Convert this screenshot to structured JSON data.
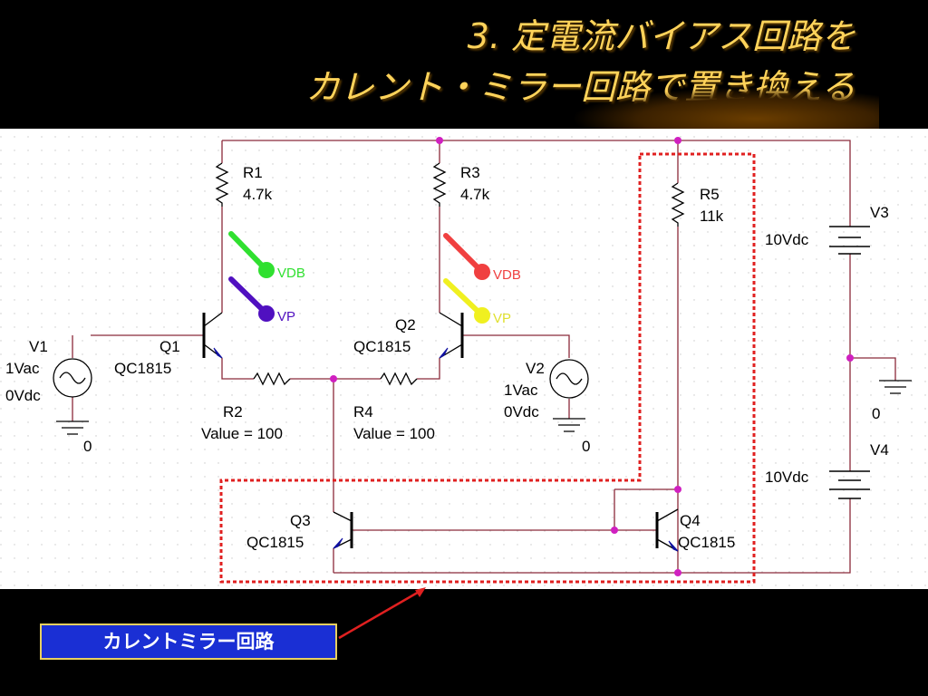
{
  "slide": {
    "title_line1": "3. 定電流バイアス回路を",
    "title_line2": "カレント・ミラー回路で置き換える",
    "callout": "カレントミラー回路"
  },
  "schematic": {
    "R1": {
      "name": "R1",
      "value": "4.7k"
    },
    "R3": {
      "name": "R3",
      "value": "4.7k"
    },
    "R5": {
      "name": "R5",
      "value": "11k"
    },
    "R2": {
      "name": "R2",
      "value": "Value = 100"
    },
    "R4": {
      "name": "R4",
      "value": "Value = 100"
    },
    "Q1": {
      "name": "Q1",
      "part": "QC1815"
    },
    "Q2": {
      "name": "Q2",
      "part": "QC1815"
    },
    "Q3": {
      "name": "Q3",
      "part": "QC1815"
    },
    "Q4": {
      "name": "Q4",
      "part": "QC1815"
    },
    "V1": {
      "name": "V1",
      "ac": "1Vac",
      "dc": "0Vdc"
    },
    "V2": {
      "name": "V2",
      "ac": "1Vac",
      "dc": "0Vdc"
    },
    "V3": {
      "name": "V3",
      "value": "10Vdc"
    },
    "V4": {
      "name": "V4",
      "value": "10Vdc"
    },
    "gnd_label": "0",
    "probes": {
      "vdb": "VDB",
      "vp": "VP"
    },
    "colors": {
      "wire": "#8b2a3a",
      "node": "#d020c0",
      "highlight": "#e02020",
      "probe_green": "#30e030",
      "probe_purple": "#5010c0",
      "probe_red": "#f04040",
      "probe_yellow": "#f0f020"
    }
  }
}
